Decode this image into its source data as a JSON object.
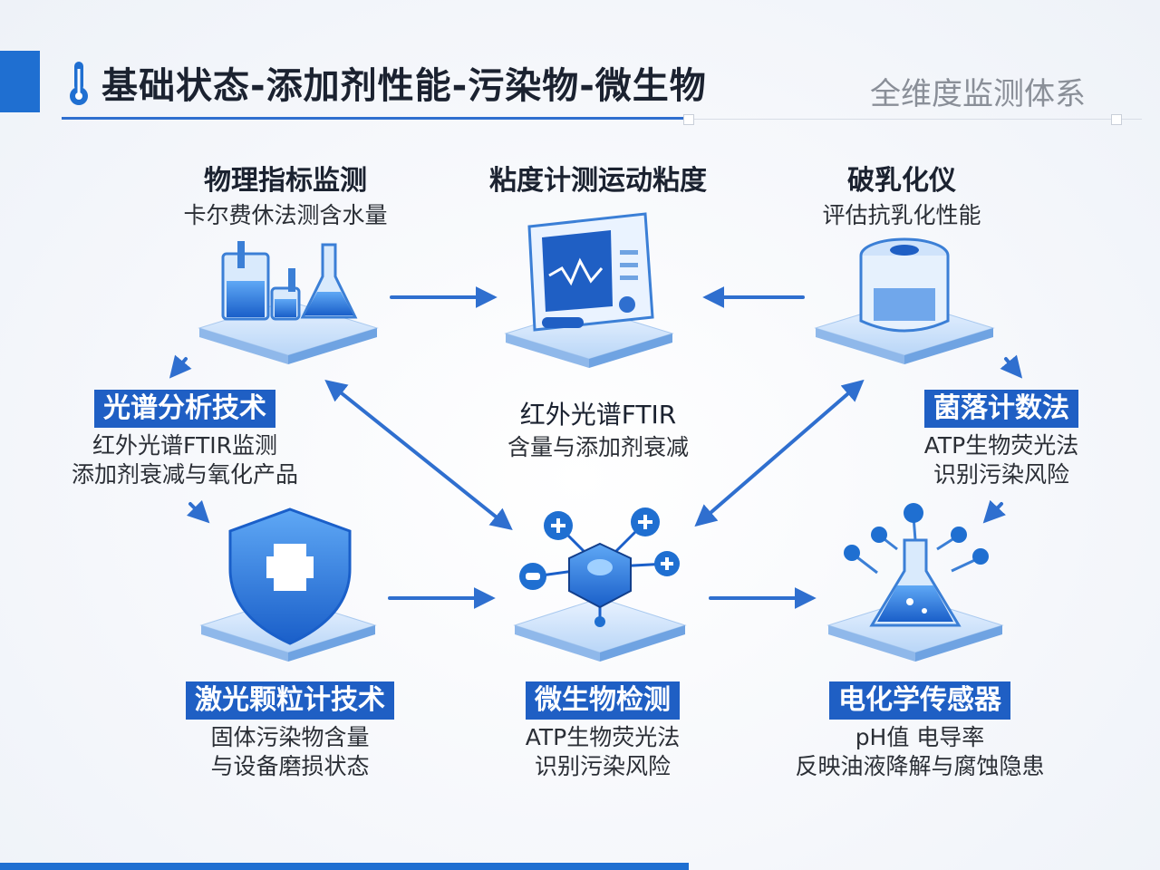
{
  "header": {
    "title": "基础状态-添加剂性能-污染物-微生物",
    "subtitle": "全维度监测体系"
  },
  "nodes": {
    "physical": {
      "title": "物理指标监测",
      "desc": "卡尔费休法测含水量"
    },
    "viscosity": {
      "title": "粘度计测运动粘度"
    },
    "demulsifier": {
      "title": "破乳化仪",
      "desc": "评估抗乳化性能"
    },
    "spectrum": {
      "title": "光谱分析技术",
      "desc1": "红外光谱FTIR监测",
      "desc2": "添加剂衰减与氧化产品"
    },
    "center_text": {
      "line1": "红外光谱FTIR",
      "line2": "含量与添加剂衰减"
    },
    "colony": {
      "title": "菌落计数法",
      "desc1": "ATP生物荧光法",
      "desc2": "识别污染风险"
    },
    "laser": {
      "title": "激光颗粒计技术",
      "desc1": "固体污染物含量",
      "desc2": "与设备磨损状态"
    },
    "microbe": {
      "title": "微生物检测",
      "desc1": "ATP生物荧光法",
      "desc2": "识别污染风险"
    },
    "electro": {
      "title": "电化学传感器",
      "desc1": "pH值  电导率",
      "desc2": "反映油液降解与腐蚀隐患"
    }
  },
  "icons": {
    "header": "thermometer-icon",
    "physical": "lab-glassware-icon",
    "viscosity": "viscometer-monitor-icon",
    "demulsifier": "demulsifier-container-icon",
    "laser": "shield-cross-icon",
    "microbe": "network-hub-icon",
    "electro": "flask-molecule-icon"
  },
  "colors": {
    "accent": "#1f5fc4",
    "brand_bar": "#1f6fd1",
    "arrow": "#2f6fcf"
  }
}
